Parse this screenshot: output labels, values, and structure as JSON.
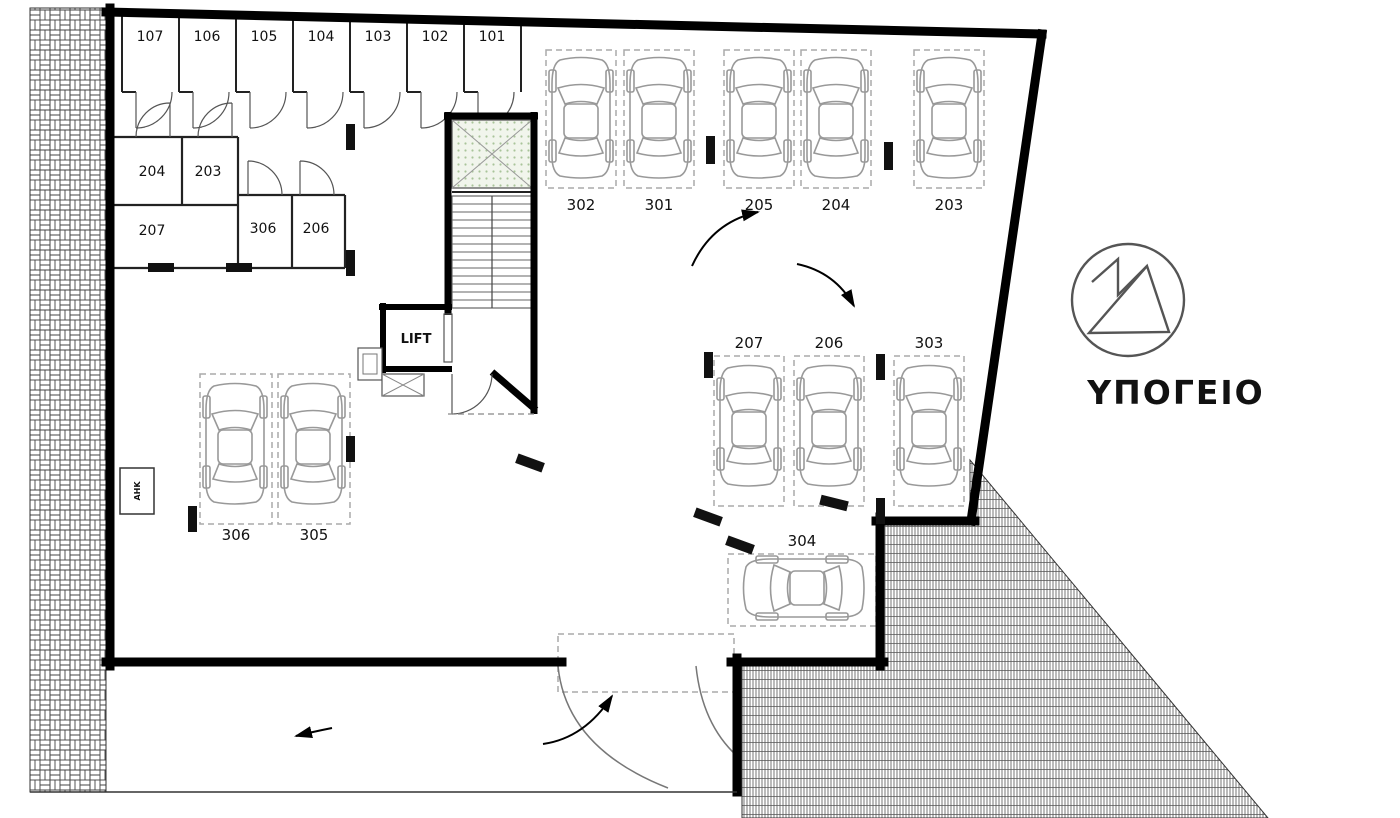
{
  "plan": {
    "title": "ΥΠΟΓΕΙΟ",
    "lift_label": "LIFT",
    "ahk_label": "AHK"
  },
  "storage_rooms": [
    "107",
    "106",
    "105",
    "104",
    "103",
    "102",
    "101"
  ],
  "rooms": [
    "204",
    "203",
    "207",
    "306",
    "206"
  ],
  "parking": {
    "top": [
      "302",
      "301",
      "205",
      "204",
      "203"
    ],
    "middle": [
      "207",
      "206",
      "303"
    ],
    "left": [
      "306",
      "305"
    ],
    "bottom": [
      "304"
    ]
  },
  "colors": {
    "wall": "#000000",
    "hatch_line": "#444444",
    "shaft_dot": "#a9c49a",
    "car_outline": "#999999",
    "dash": "#aaaaaa"
  }
}
